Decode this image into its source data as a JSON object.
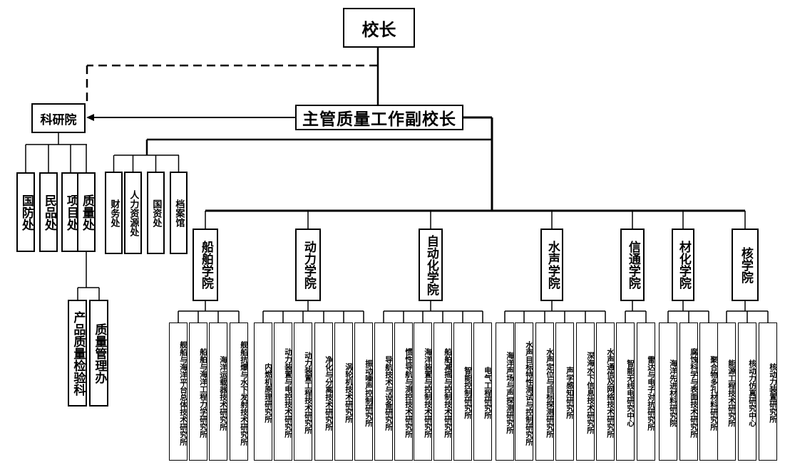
{
  "principal": "校长",
  "vice_principal": "主管质量工作副校长",
  "research_institute": "科研院",
  "research_offices": [
    "国防处",
    "民品处",
    "项目处",
    "质量处"
  ],
  "quality_office_units": [
    "产品质量检验科",
    "质量管理办"
  ],
  "admin_offices": [
    "财务处",
    "人力资源处",
    "国资处",
    "档案馆"
  ],
  "colleges": [
    {
      "name": "船舶学院",
      "institutes": [
        "舰船与海洋平台总体技术研究所",
        "船舶与海洋工程力学研究所",
        "海洋运载器技术研究所",
        "舰船抗爆与水下发射技术研究所"
      ]
    },
    {
      "name": "动力学院",
      "institutes": [
        "内燃机原理研究所",
        "动力装置与电控技术研究所",
        "动力装置工程技术研究所",
        "净化与分离技术研究所",
        "涡轮机技术研究所",
        "振动噪声控制研究所"
      ]
    },
    {
      "name": "自动化学院",
      "institutes": [
        "导航技术与设备研究所",
        "惯性导航与测控技术研究所",
        "海洋装置与控制技术研究所",
        "船舶减摇与控制技术研究所",
        "智能控制研究所",
        "电气工程研究所"
      ]
    },
    {
      "name": "水声学院",
      "institutes": [
        "海洋声场与声探测研究所",
        "水声目标特性测试与控制研究所",
        "水声定位与目标探测研究所",
        "声学感知研究所",
        "深海水下信息技术研究所",
        "水声通信及网络技术研究所"
      ]
    },
    {
      "name": "信通学院",
      "institutes": [
        "智能无线电研究中心",
        "雷达与电子对抗研究所"
      ]
    },
    {
      "name": "材化学院",
      "institutes": [
        "海洋先进材料研究院",
        "腐蚀科学与表面技术研究所",
        "聚合物多孔材料研究所"
      ]
    },
    {
      "name": "核学院",
      "institutes": [
        "能源工程技术研究所",
        "核动力仿真研究中心",
        "核动力装置研究所"
      ]
    }
  ]
}
